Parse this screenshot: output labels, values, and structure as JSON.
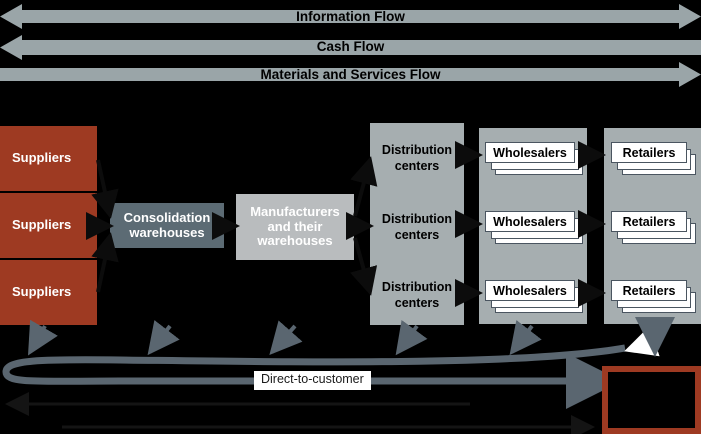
{
  "diagram": {
    "title": "Supply Chain Flow Diagram",
    "background_color": "#000000",
    "band_color": "#9aa5a8",
    "supplier_color": "#9e3a22",
    "consolidation_color": "#5c6b74",
    "manufacturer_color": "#b9bcbe",
    "panel_color": "#a6aeb0",
    "connector_color": "#5a6670"
  },
  "flows": [
    {
      "label": "Information Flow",
      "direction": "both"
    },
    {
      "label": "Cash Flow",
      "direction": "left"
    },
    {
      "label": "Materials and Services Flow",
      "direction": "right"
    }
  ],
  "suppliers": [
    {
      "label": "Suppliers"
    },
    {
      "label": "Suppliers"
    },
    {
      "label": "Suppliers"
    }
  ],
  "consolidation": {
    "label": "Consolidation warehouses",
    "line1": "Consolidation",
    "line2": "warehouses"
  },
  "manufacturers": {
    "label": "Manufacturers and their warehouses",
    "line1": "Manufacturers",
    "line2": "and their",
    "line3": "warehouses"
  },
  "distribution_centers": [
    {
      "line1": "Distribution",
      "line2": "centers"
    },
    {
      "line1": "Distribution",
      "line2": "centers"
    },
    {
      "line1": "Distribution",
      "line2": "centers"
    }
  ],
  "wholesalers": [
    {
      "label": "Wholesalers"
    },
    {
      "label": "Wholesalers"
    },
    {
      "label": "Wholesalers"
    }
  ],
  "retailers": [
    {
      "label": "Retailers"
    },
    {
      "label": "Retailers"
    },
    {
      "label": "Retailers"
    }
  ],
  "direct_to_customer": {
    "label": "Direct-to-customer"
  },
  "customers": {
    "label": ""
  }
}
